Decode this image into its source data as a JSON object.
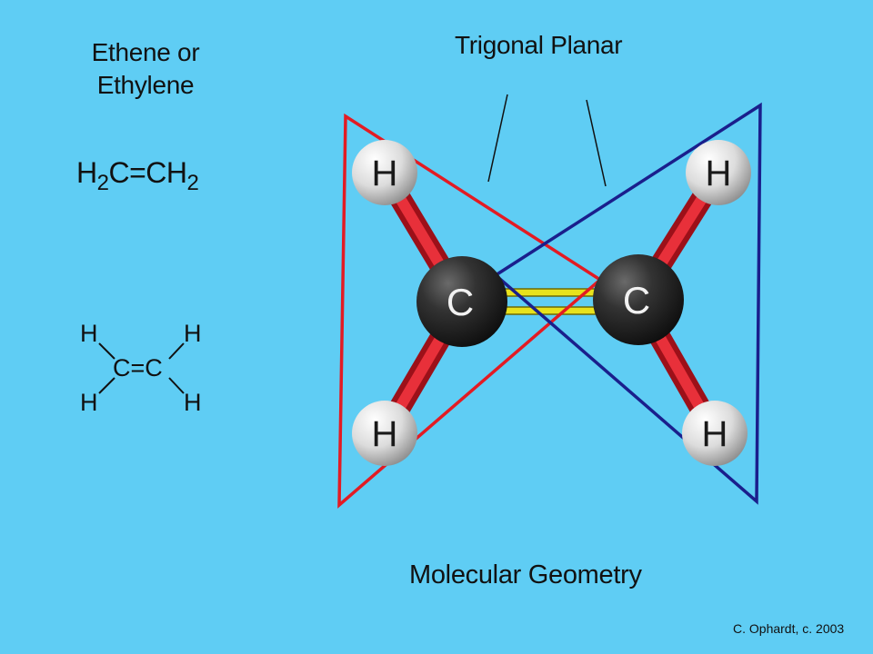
{
  "name_line1": "Ethene or",
  "name_line2": "Ethylene",
  "condensed_formula": {
    "h1": "H",
    "sub1": "2",
    "mid": "C=CH",
    "sub2": "2"
  },
  "structural_formula": {
    "h_top_left": "H",
    "h_top_right": "H",
    "h_bottom_left": "H",
    "h_bottom_right": "H",
    "carbons": "C=C"
  },
  "trigonal_label": "Trigonal Planar",
  "geometry_label": "Molecular Geometry",
  "credit": "C. Ophardt, c. 2003",
  "atoms": {
    "carbon_left": "C",
    "carbon_right": "C",
    "h_left_top": "H",
    "h_left_bottom": "H",
    "h_right_top": "H",
    "h_right_bottom": "H"
  },
  "colors": {
    "background": "#5fcdf4",
    "left_triangle": "#e31b23",
    "right_triangle": "#1a1f8c",
    "single_bond": "#d8202c",
    "double_bond": "#e8e21c",
    "carbon": "#2a2a2a",
    "hydrogen": "#ececec"
  }
}
